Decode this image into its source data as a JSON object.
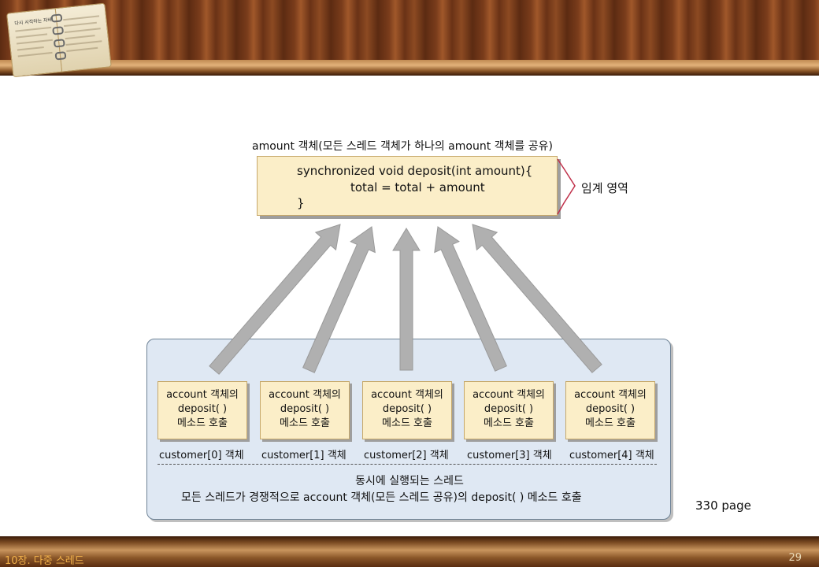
{
  "header": {
    "book_title": "다시 시작하는 자바"
  },
  "diagram": {
    "top_title": "amount 객체(모든 스레드 객체가 하나의 amount 객체를 공유)",
    "sync_code": {
      "line1": "synchronized void deposit(int amount){",
      "line2": "total = total + amount",
      "line3": "}"
    },
    "critical_section_label": "임계 영역",
    "accounts": [
      {
        "line1": "account 객체의",
        "line2": "deposit( )",
        "line3": "메소드 호출",
        "customer": "customer[0] 객체"
      },
      {
        "line1": "account 객체의",
        "line2": "deposit( )",
        "line3": "메소드 호출",
        "customer": "customer[1] 객체"
      },
      {
        "line1": "account 객체의",
        "line2": "deposit( )",
        "line3": "메소드 호출",
        "customer": "customer[2] 객체"
      },
      {
        "line1": "account 객체의",
        "line2": "deposit( )",
        "line3": "메소드 호출",
        "customer": "customer[3] 객체"
      },
      {
        "line1": "account 객체의",
        "line2": "deposit( )",
        "line3": "메소드 호출",
        "customer": "customer[4] 객체"
      }
    ],
    "footer_line1": "동시에 실행되는 스레드",
    "footer_line2": "모든 스레드가 경쟁적으로 account 객체(모든 스레드 공유)의 deposit( ) 메소드 호출",
    "page_ref": "330 page"
  },
  "footer": {
    "chapter": "10장. 다중 스레드",
    "page_number": "29"
  },
  "colors": {
    "code_box": "#fbeec8",
    "panel": "#dfe8f3",
    "bracket": "#c0304a",
    "arrow": "#b0b0b0",
    "chapter_text": "#f0b04a"
  }
}
